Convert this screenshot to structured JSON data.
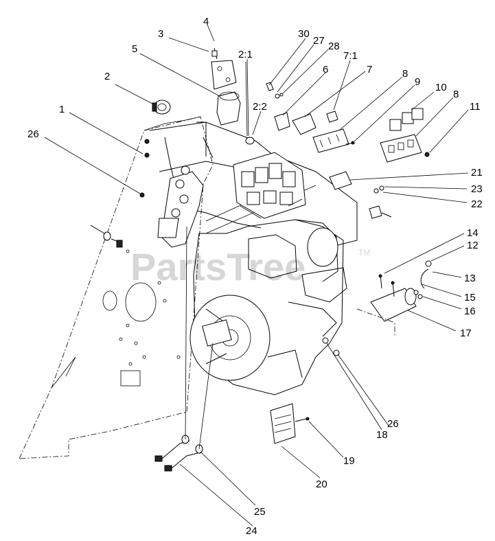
{
  "watermark": {
    "text": "PartsTree",
    "tm": "TM"
  },
  "callouts": {
    "c1": "1",
    "c2": "2",
    "c2_1": "2:1",
    "c2_2": "2:2",
    "c3": "3",
    "c4": "4",
    "c5": "5",
    "c6": "6",
    "c7": "7",
    "c7_1": "7:1",
    "c8a": "8",
    "c8b": "8",
    "c9": "9",
    "c10": "10",
    "c11": "11",
    "c12": "12",
    "c13": "13",
    "c14": "14",
    "c15": "15",
    "c16": "16",
    "c17": "17",
    "c18": "18",
    "c19": "19",
    "c20": "20",
    "c21": "21",
    "c22": "22",
    "c23": "23",
    "c24": "24",
    "c25": "25",
    "c26a": "26",
    "c26b": "26",
    "c27": "27",
    "c28": "28",
    "c30": "30"
  }
}
